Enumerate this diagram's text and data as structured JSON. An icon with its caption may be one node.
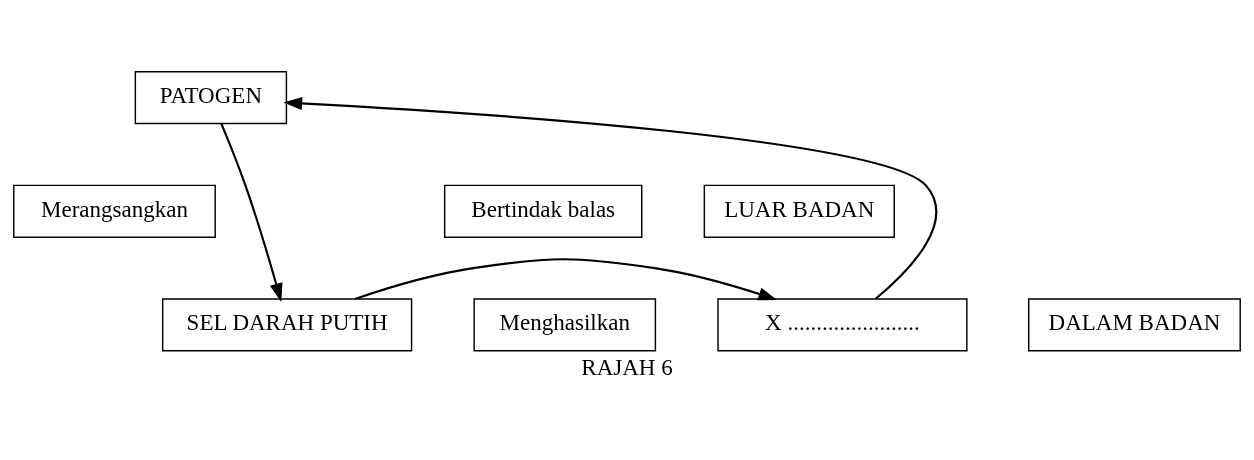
{
  "diagram": {
    "caption": "RAJAH 6",
    "nodes": [
      {
        "text": [
          "PATOGEN"
        ]
      },
      {
        "text": [
          "Merangsangkan"
        ]
      },
      {
        "text": [
          "Bertindak balas"
        ]
      },
      {
        "text": [
          "LUAR BADAN"
        ]
      },
      {
        "text": [
          "SEL DARAH PUTIH"
        ]
      },
      {
        "text": [
          "Menghasilkan"
        ]
      },
      {
        "text": [
          "X ......................."
        ]
      },
      {
        "text": [
          "DALAM BADAN"
        ]
      }
    ],
    "edges": [
      {
        "from": 0,
        "to": 4,
        "arrow": "to"
      },
      {
        "from": 4,
        "to": 6,
        "arrow": "to"
      },
      {
        "from": 6,
        "to": 0,
        "arrow": "to"
      }
    ]
  }
}
